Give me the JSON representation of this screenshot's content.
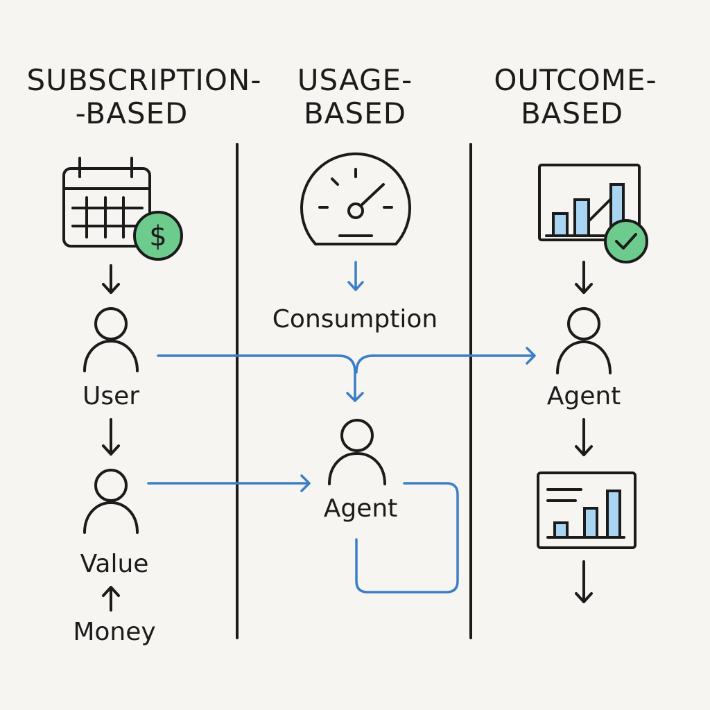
{
  "columns": [
    {
      "title_line1": "SUBSCRIPTION-",
      "title_line2": "-BASED"
    },
    {
      "title_line1": "USAGE-",
      "title_line2": "BASED"
    },
    {
      "title_line1": "OUTCOME-",
      "title_line2": "BASED"
    }
  ],
  "subscription": {
    "user_label": "User",
    "value_label": "Value",
    "money_label": "Money",
    "currency_symbol": "$"
  },
  "usage": {
    "consumption_label": "Consumption",
    "agent_label": "Agent"
  },
  "outcome": {
    "agent_label": "Agent"
  },
  "colors": {
    "ink": "#1b1b1b",
    "accent_blue": "#3a7ec8",
    "bar_fill": "#a9d4f2",
    "badge_green": "#6ccb8d",
    "background": "#f6f5f1"
  },
  "icons": [
    "calendar-icon",
    "dollar-badge-icon",
    "speedometer-icon",
    "chart-board-icon",
    "checkmark-badge-icon",
    "person-icon",
    "report-chart-icon"
  ]
}
